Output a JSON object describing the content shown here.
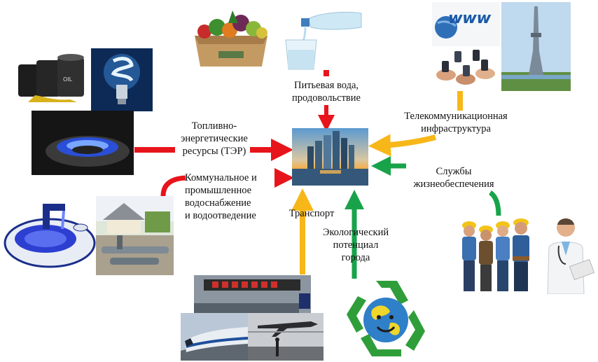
{
  "center": {
    "image": "city-skyline-image"
  },
  "labels": {
    "water_food": "Питьевая вода,\nпродовольствие",
    "fuel_energy": "Топливно-\nэнергетические\nресурсы (ТЭР)",
    "telecom": "Телекоммуникационная\nинфраструктура",
    "life_support": "Службы\nжизнеобеспечения",
    "utility_water": "Коммунальное и\nпромышленное\nводоснабжение\nи водоотведение",
    "transport": "Транспорт",
    "ecology": "Экологический\nпотенциал\nгорода"
  },
  "arrow_colors": {
    "red": "#e8141b",
    "yellow": "#f7b719",
    "green": "#18a34a"
  },
  "icons": [
    "vegetable-crate-icon",
    "water-bottle-glass-icon",
    "oil-barrels-icon",
    "energy-bulb-icon",
    "gas-burner-icon",
    "www-globe-icon",
    "tv-tower-icon",
    "hands-phones-icon",
    "washbasin-icon",
    "house-sewer-icon",
    "workers-icon",
    "doctor-icon",
    "road-traffic-icon",
    "train-icon",
    "airport-icon",
    "recycle-earth-icon"
  ]
}
